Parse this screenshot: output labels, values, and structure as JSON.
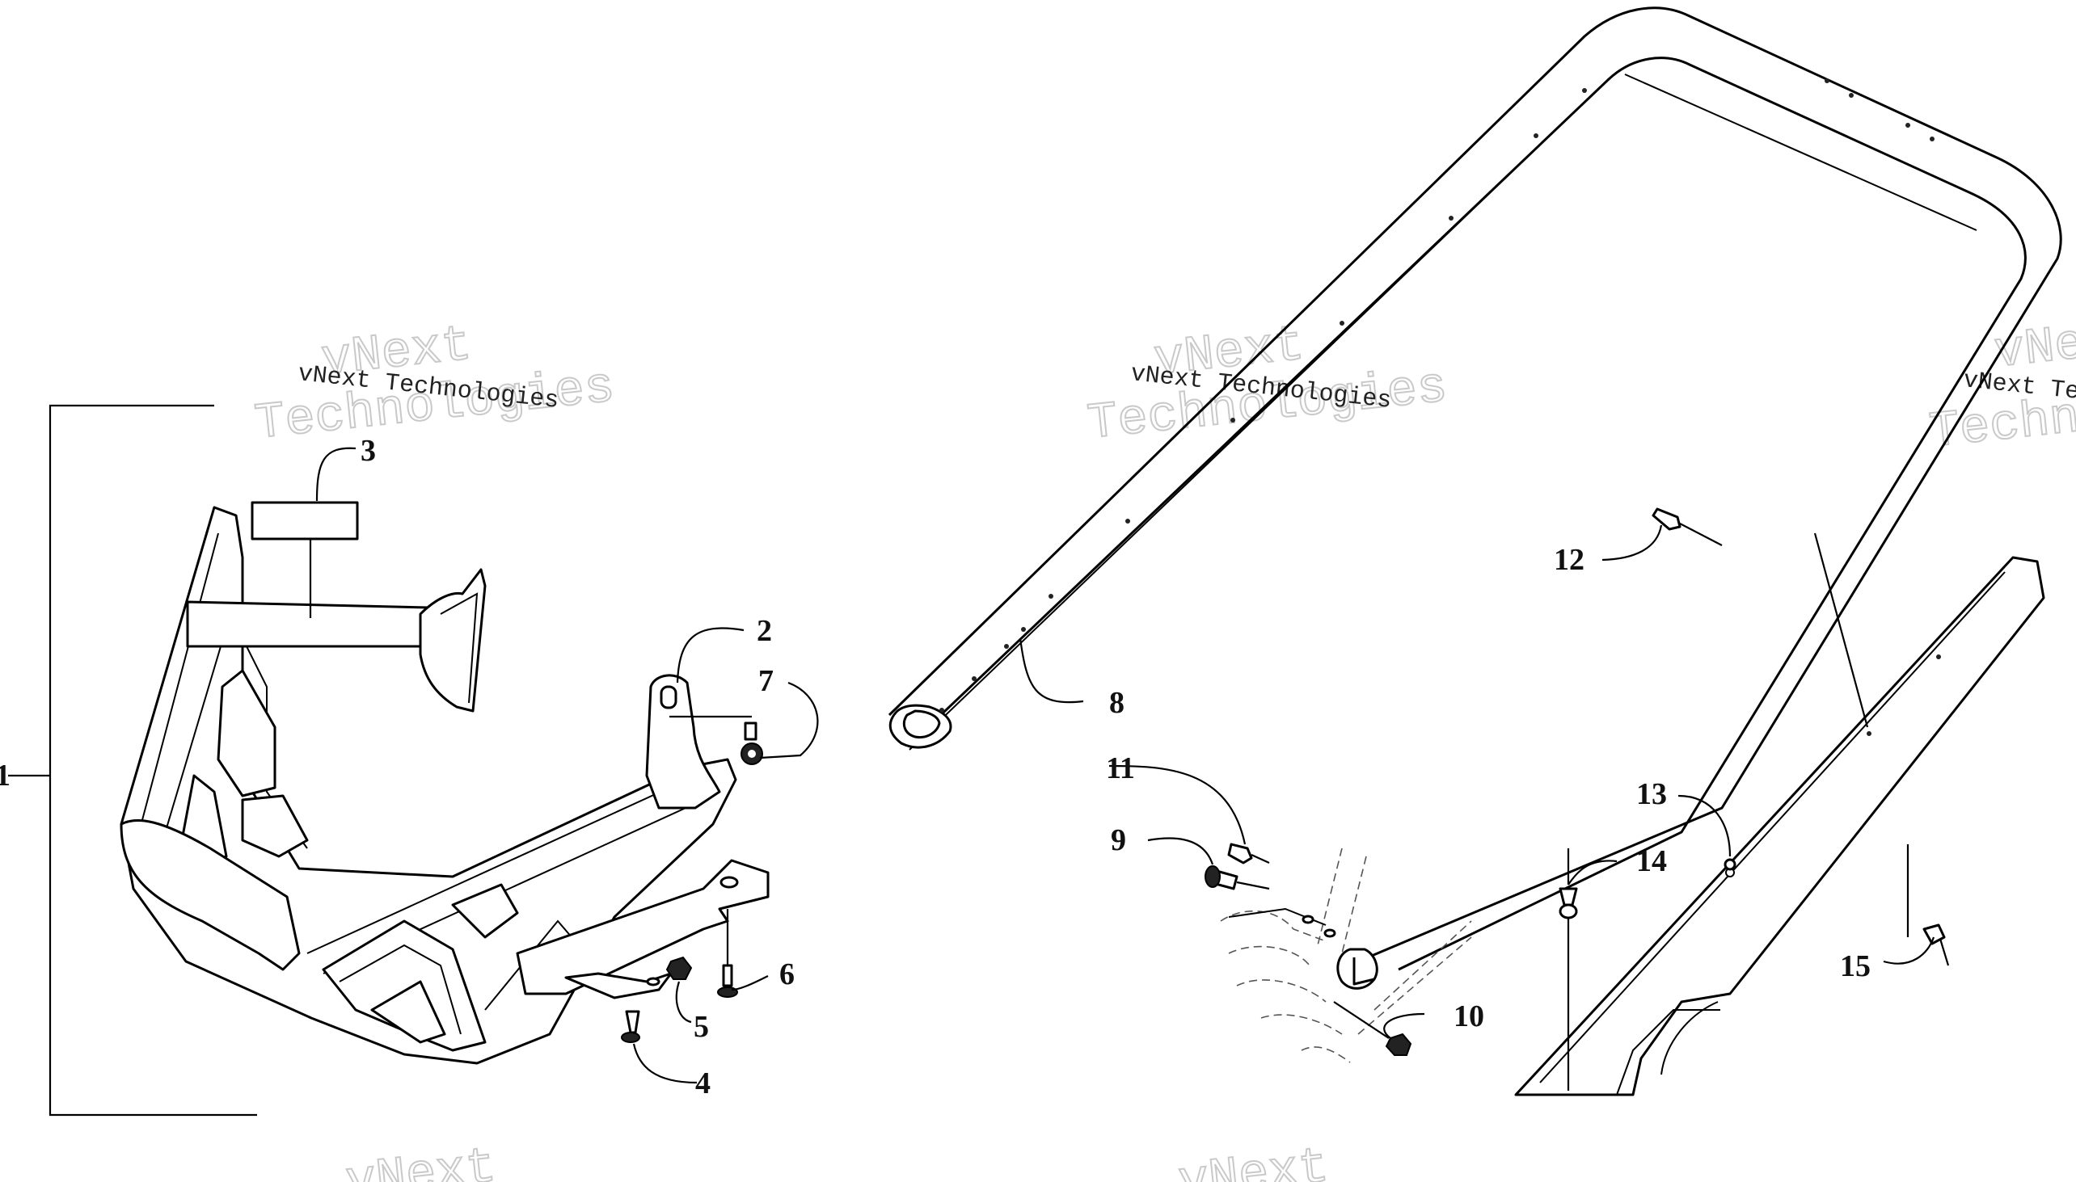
{
  "watermark": {
    "small_text": "vNext Technologies",
    "big_line_1": "vNext",
    "big_line_2": "Technologies"
  },
  "callouts": [
    {
      "id": "1",
      "label": "1"
    },
    {
      "id": "2",
      "label": "2"
    },
    {
      "id": "3",
      "label": "3"
    },
    {
      "id": "4",
      "label": "4"
    },
    {
      "id": "5",
      "label": "5"
    },
    {
      "id": "6",
      "label": "6"
    },
    {
      "id": "7",
      "label": "7"
    },
    {
      "id": "8",
      "label": "8"
    },
    {
      "id": "9",
      "label": "9"
    },
    {
      "id": "10",
      "label": "10"
    },
    {
      "id": "11",
      "label": "11"
    },
    {
      "id": "12",
      "label": "12"
    },
    {
      "id": "13",
      "label": "13"
    },
    {
      "id": "14",
      "label": "14"
    },
    {
      "id": "15",
      "label": "15"
    }
  ]
}
